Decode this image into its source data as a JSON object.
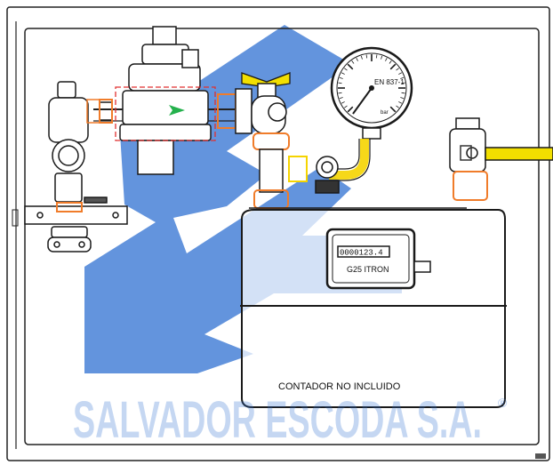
{
  "labels": {
    "gauge_standard": "EN 837-1",
    "gauge_unit": "bar",
    "meter_register": "0000123.4",
    "meter_model": "G25  ITRON",
    "meter_note": "CONTADOR NO INCLUIDO"
  },
  "watermark": {
    "text": "SALVADOR ESCODA S.A.",
    "mark": "®"
  },
  "colors": {
    "watermark_blue": "#2f6fd1",
    "valve_handle_yellow": "#f2df00",
    "fitting_orange": "#f07c2a",
    "outline": "#1a1a1a",
    "arrow_green": "#24b14c",
    "pipe_yellow": "#f5d400"
  }
}
